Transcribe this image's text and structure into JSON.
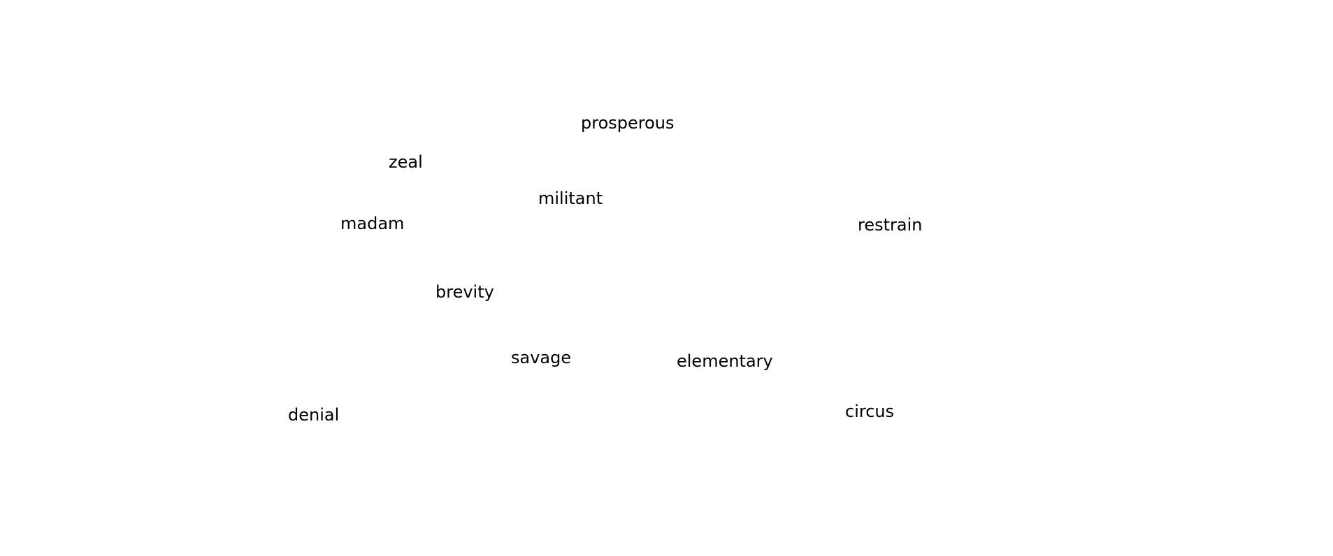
{
  "words": [
    "prosperous",
    "zeal",
    "militant",
    "madam",
    "restrain",
    "brevity",
    "savage",
    "elementary",
    "circus",
    "denial"
  ]
}
